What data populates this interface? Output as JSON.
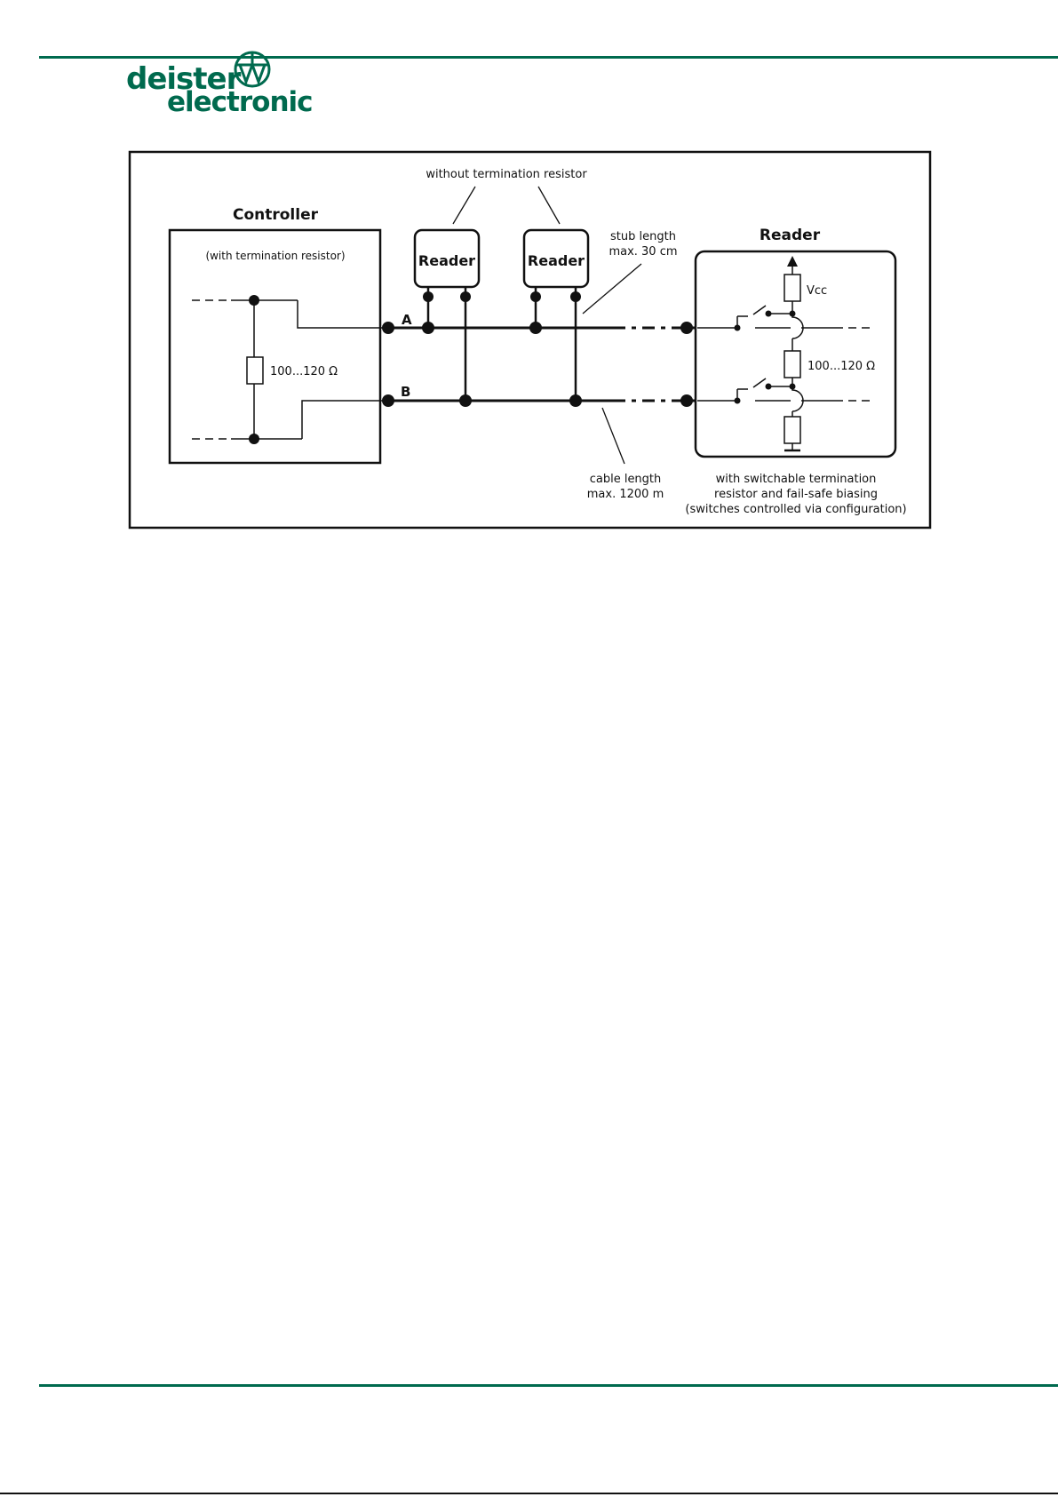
{
  "header": {
    "logo_line1": "deister",
    "logo_line2": "electronic",
    "brand_color": "#006a4e"
  },
  "diagram": {
    "label_without_termination": "without termination resistor",
    "controller_title": "Controller",
    "controller_note": "(with termination resistor)",
    "controller_resistor": "100...120 Ω",
    "reader1_label": "Reader",
    "reader2_label": "Reader",
    "stub_length_line1": "stub length",
    "stub_length_line2": "max. 30 cm",
    "line_a": "A",
    "line_b": "B",
    "reader_right_title": "Reader",
    "vcc_label": "Vcc",
    "reader_resistor": "100...120 Ω",
    "cable_length_line1": "cable length",
    "cable_length_line2": "max. 1200 m",
    "reader_note_line1": "with switchable termination",
    "reader_note_line2": "resistor and fail-safe biasing",
    "reader_note_line3": "(switches controlled via configuration)"
  }
}
